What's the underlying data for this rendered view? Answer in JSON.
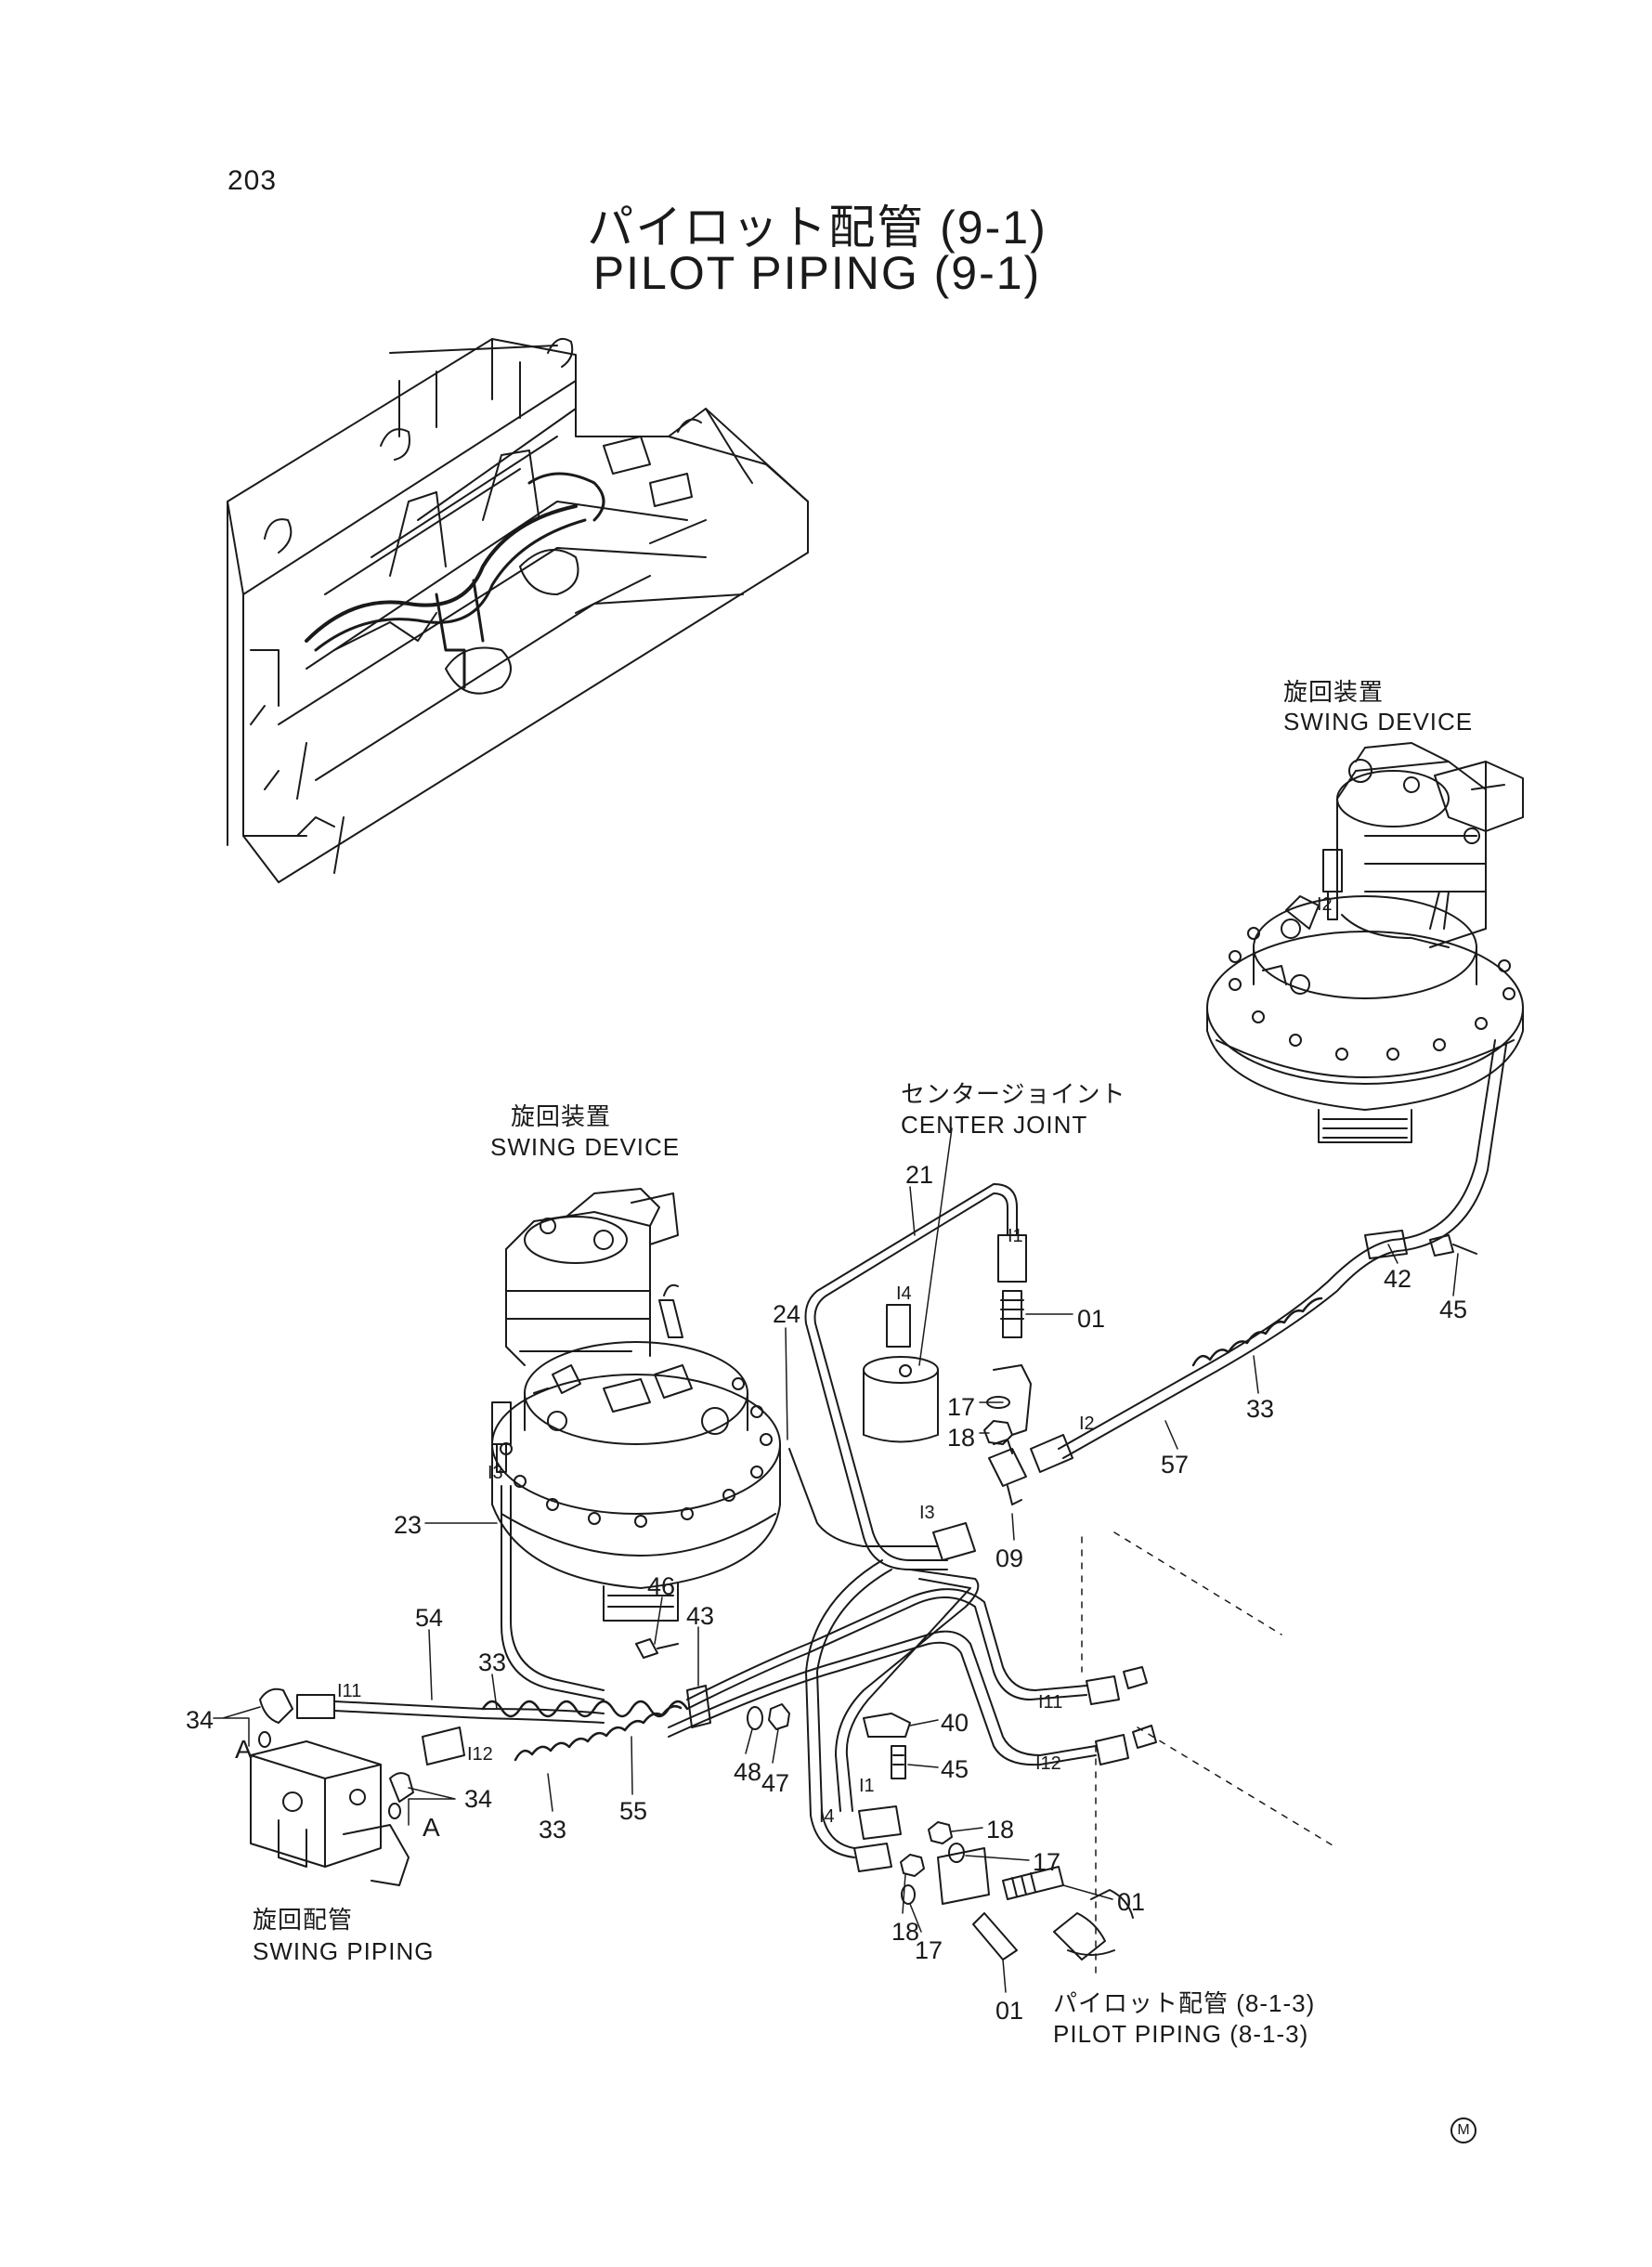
{
  "page_number": "203",
  "title_jp": "パイロット配管 (9-1)",
  "title_en": "PILOT PIPING (9-1)",
  "labels": {
    "swing_device_right_jp": "旋回装置",
    "swing_device_right_en": "SWING DEVICE",
    "swing_device_left_jp": "旋回装置",
    "swing_device_left_en": "SWING DEVICE",
    "center_joint_jp": "センタージョイント",
    "center_joint_en": "CENTER JOINT",
    "swing_piping_jp": "旋回配管",
    "swing_piping_en": "SWING PIPING",
    "pilot_piping_ref_jp": "パイロット配管 (8-1-3)",
    "pilot_piping_ref_en": "PILOT PIPING (8-1-3)"
  },
  "part_numbers": {
    "p21": "21",
    "p01a": "01",
    "p24": "24",
    "p17a": "17",
    "p18a": "18",
    "p09": "09",
    "p57": "57",
    "p33a": "33",
    "p42": "42",
    "p45a": "45",
    "p23": "23",
    "p46": "46",
    "p43": "43",
    "p54": "54",
    "p33b": "33",
    "p34a": "34",
    "p34b": "34",
    "p33c": "33",
    "p55": "55",
    "p48": "48",
    "p47": "47",
    "p40": "40",
    "p45b": "45",
    "p18b": "18",
    "p17b": "17",
    "p01b": "01",
    "p18c": "18",
    "p17c": "17",
    "p01c": "01"
  },
  "port_marks": {
    "i1a": "I1",
    "i4a": "I4",
    "i2a": "I2",
    "i3a": "I3",
    "i3b": "I3",
    "i2b": "I2",
    "i11a": "I11",
    "i12a": "I12",
    "i11b": "I11",
    "i12b": "I12",
    "i1b": "I1",
    "i4b": "I4",
    "a1": "A",
    "a2": "A"
  },
  "manufacturer_mark": "M"
}
